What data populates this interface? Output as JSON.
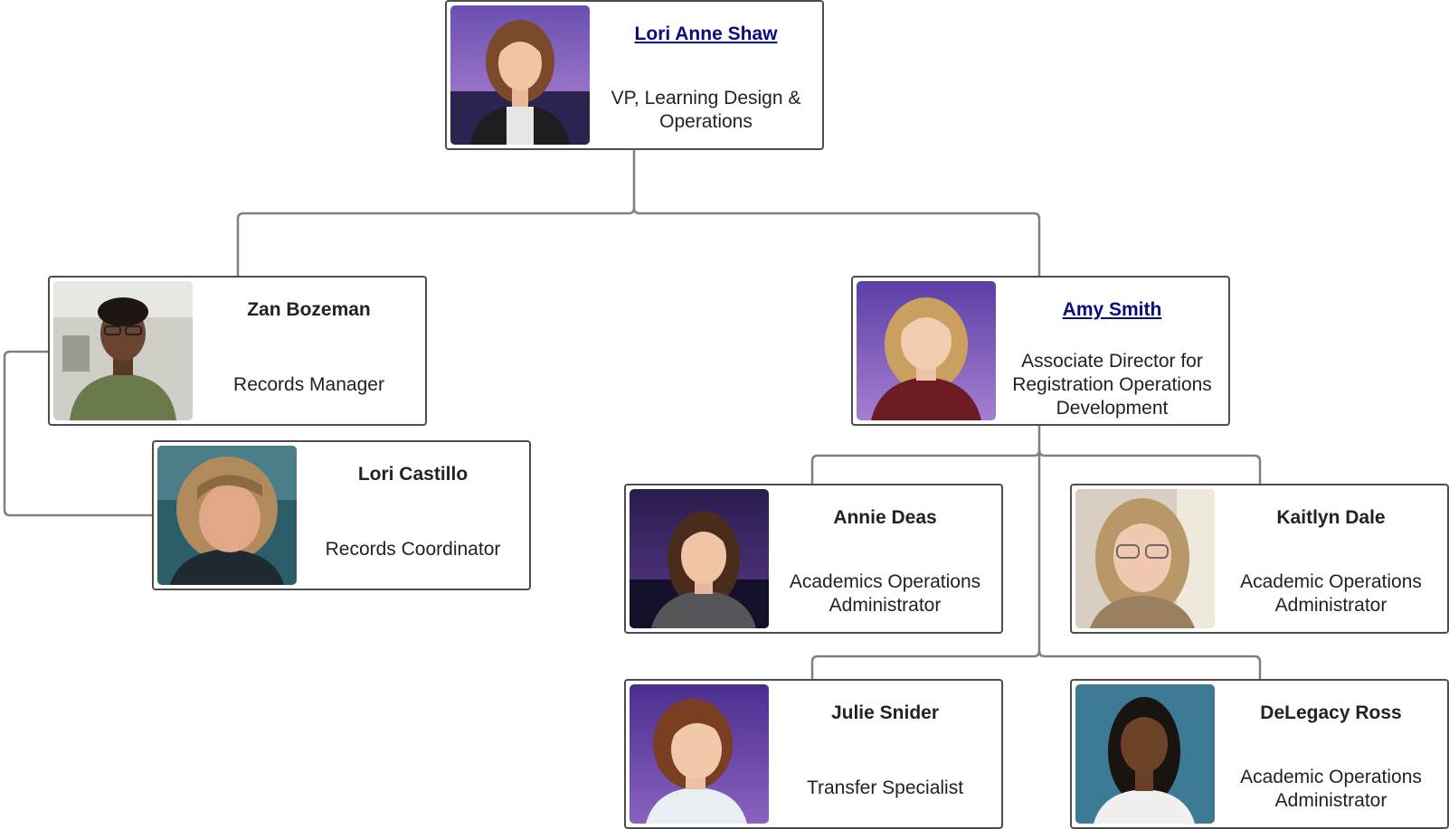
{
  "colors": {
    "border": "#4d4d4d",
    "connector": "#808080",
    "link": "#0b0b80",
    "text": "#222222"
  },
  "people": {
    "lori_anne_shaw": {
      "name": "Lori Anne Shaw",
      "title": "VP, Learning Design & Operations",
      "linked": true
    },
    "zan_bozeman": {
      "name": "Zan Bozeman",
      "title": "Records Manager",
      "linked": false
    },
    "lori_castillo": {
      "name": "Lori Castillo",
      "title": "Records Coordinator",
      "linked": false
    },
    "amy_smith": {
      "name": "Amy Smith",
      "title": "Associate Director for Registration Operations Development",
      "linked": true
    },
    "annie_deas": {
      "name": "Annie Deas",
      "title": "Academics Operations Administrator",
      "linked": false
    },
    "kaitlyn_dale": {
      "name": "Kaitlyn Dale",
      "title": "Academic Operations Administrator",
      "linked": false
    },
    "julie_snider": {
      "name": "Julie Snider",
      "title": "Transfer Specialist",
      "linked": false
    },
    "delegacy_ross": {
      "name": "DeLegacy Ross",
      "title": "Academic Operations Administrator",
      "linked": false
    }
  }
}
